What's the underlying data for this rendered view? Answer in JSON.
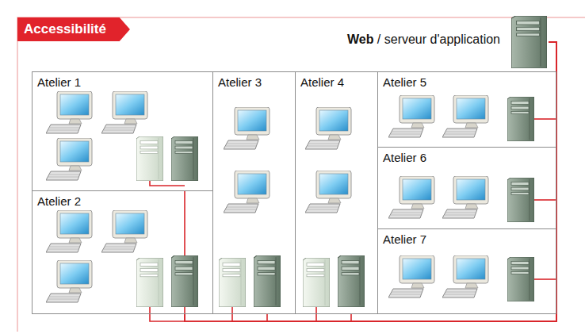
{
  "diagram": {
    "title": "Accessibilité",
    "nodes": [
      {
        "text": [
          "Web / serveur d'application"
        ]
      },
      {
        "text": [
          "Atelier 1"
        ]
      },
      {
        "text": [
          "Atelier 2"
        ]
      },
      {
        "text": [
          "Atelier 3"
        ]
      },
      {
        "text": [
          "Atelier 4"
        ]
      },
      {
        "text": [
          "Atelier 5"
        ]
      },
      {
        "text": [
          "Atelier 6"
        ]
      },
      {
        "text": [
          "Atelier 7"
        ]
      }
    ],
    "edges": [
      {
        "from": 1,
        "to": 0,
        "arrow": "none"
      },
      {
        "from": 2,
        "to": 0,
        "arrow": "none"
      },
      {
        "from": 3,
        "to": 0,
        "arrow": "none"
      },
      {
        "from": 4,
        "to": 0,
        "arrow": "none"
      },
      {
        "from": 5,
        "to": 0,
        "arrow": "none"
      },
      {
        "from": 6,
        "to": 0,
        "arrow": "none"
      },
      {
        "from": 7,
        "to": 0,
        "arrow": "none"
      }
    ]
  }
}
